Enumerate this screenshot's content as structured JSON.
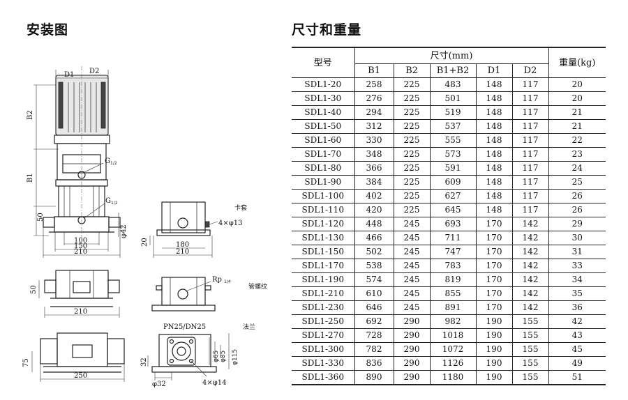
{
  "headings": {
    "install": "安装图",
    "dims": "尺寸和重量"
  },
  "drawing": {
    "d1": "D1",
    "d2": "D2",
    "b2": "B2",
    "b1": "B1",
    "h50a": "50",
    "g_top": "G",
    "g_bottom": "G",
    "frac": "1/2",
    "phi42": "φ42",
    "w100": "100",
    "w150": "150",
    "w210a": "210",
    "h20": "20",
    "w180": "180",
    "w210b": "210",
    "holes_a": "4×φ13",
    "joint_a": "卡套",
    "h50b": "50",
    "w210c": "210",
    "rp": "Rp",
    "rp_frac": "1/4",
    "joint_b": "管螺纹",
    "flange_std": "PN25/DN25",
    "joint_c": "法兰",
    "h75": "75",
    "w250": "250",
    "h32": "32",
    "phi32": "φ32",
    "phi65": "φ65",
    "phi85": "φ85",
    "phi115": "φ115",
    "holes_b": "4×φ14"
  },
  "table": {
    "header": {
      "model": "型号",
      "dims": "尺寸(mm)",
      "weight": "重量(kg)",
      "cols": [
        "B1",
        "B2",
        "B1+B2",
        "D1",
        "D2"
      ]
    },
    "rows": [
      {
        "model": "SDL1-20",
        "b1": "258",
        "b2": "225",
        "sum": "483",
        "d1": "148",
        "d2": "117",
        "w": "20"
      },
      {
        "model": "SDL1-30",
        "b1": "276",
        "b2": "225",
        "sum": "501",
        "d1": "148",
        "d2": "117",
        "w": "20"
      },
      {
        "model": "SDL1-40",
        "b1": "294",
        "b2": "225",
        "sum": "519",
        "d1": "148",
        "d2": "117",
        "w": "21"
      },
      {
        "model": "SDL1-50",
        "b1": "312",
        "b2": "225",
        "sum": "537",
        "d1": "148",
        "d2": "117",
        "w": "21"
      },
      {
        "model": "SDL1-60",
        "b1": "330",
        "b2": "225",
        "sum": "555",
        "d1": "148",
        "d2": "117",
        "w": "22"
      },
      {
        "model": "SDL1-70",
        "b1": "348",
        "b2": "225",
        "sum": "573",
        "d1": "148",
        "d2": "117",
        "w": "23"
      },
      {
        "model": "SDL1-80",
        "b1": "366",
        "b2": "225",
        "sum": "591",
        "d1": "148",
        "d2": "117",
        "w": "24"
      },
      {
        "model": "SDL1-90",
        "b1": "384",
        "b2": "225",
        "sum": "609",
        "d1": "148",
        "d2": "117",
        "w": "25"
      },
      {
        "model": "SDL1-100",
        "b1": "402",
        "b2": "225",
        "sum": "627",
        "d1": "148",
        "d2": "117",
        "w": "26"
      },
      {
        "model": "SDL1-110",
        "b1": "420",
        "b2": "225",
        "sum": "645",
        "d1": "148",
        "d2": "117",
        "w": "26"
      },
      {
        "model": "SDL1-120",
        "b1": "448",
        "b2": "245",
        "sum": "693",
        "d1": "170",
        "d2": "142",
        "w": "29"
      },
      {
        "model": "SDL1-130",
        "b1": "466",
        "b2": "245",
        "sum": "711",
        "d1": "170",
        "d2": "142",
        "w": "30"
      },
      {
        "model": "SDL1-150",
        "b1": "502",
        "b2": "245",
        "sum": "747",
        "d1": "170",
        "d2": "142",
        "w": "31"
      },
      {
        "model": "SDL1-170",
        "b1": "538",
        "b2": "245",
        "sum": "783",
        "d1": "170",
        "d2": "142",
        "w": "33"
      },
      {
        "model": "SDL1-190",
        "b1": "574",
        "b2": "245",
        "sum": "819",
        "d1": "170",
        "d2": "142",
        "w": "34"
      },
      {
        "model": "SDL1-210",
        "b1": "610",
        "b2": "245",
        "sum": "855",
        "d1": "170",
        "d2": "142",
        "w": "35"
      },
      {
        "model": "SDL1-230",
        "b1": "646",
        "b2": "245",
        "sum": "891",
        "d1": "170",
        "d2": "142",
        "w": "36"
      },
      {
        "model": "SDL1-250",
        "b1": "692",
        "b2": "290",
        "sum": "982",
        "d1": "190",
        "d2": "155",
        "w": "42"
      },
      {
        "model": "SDL1-270",
        "b1": "728",
        "b2": "290",
        "sum": "1018",
        "d1": "190",
        "d2": "155",
        "w": "43"
      },
      {
        "model": "SDL1-300",
        "b1": "782",
        "b2": "290",
        "sum": "1072",
        "d1": "190",
        "d2": "155",
        "w": "45"
      },
      {
        "model": "SDL1-330",
        "b1": "836",
        "b2": "290",
        "sum": "1126",
        "d1": "190",
        "d2": "155",
        "w": "49"
      },
      {
        "model": "SDL1-360",
        "b1": "890",
        "b2": "290",
        "sum": "1180",
        "d1": "190",
        "d2": "155",
        "w": "51"
      }
    ]
  }
}
